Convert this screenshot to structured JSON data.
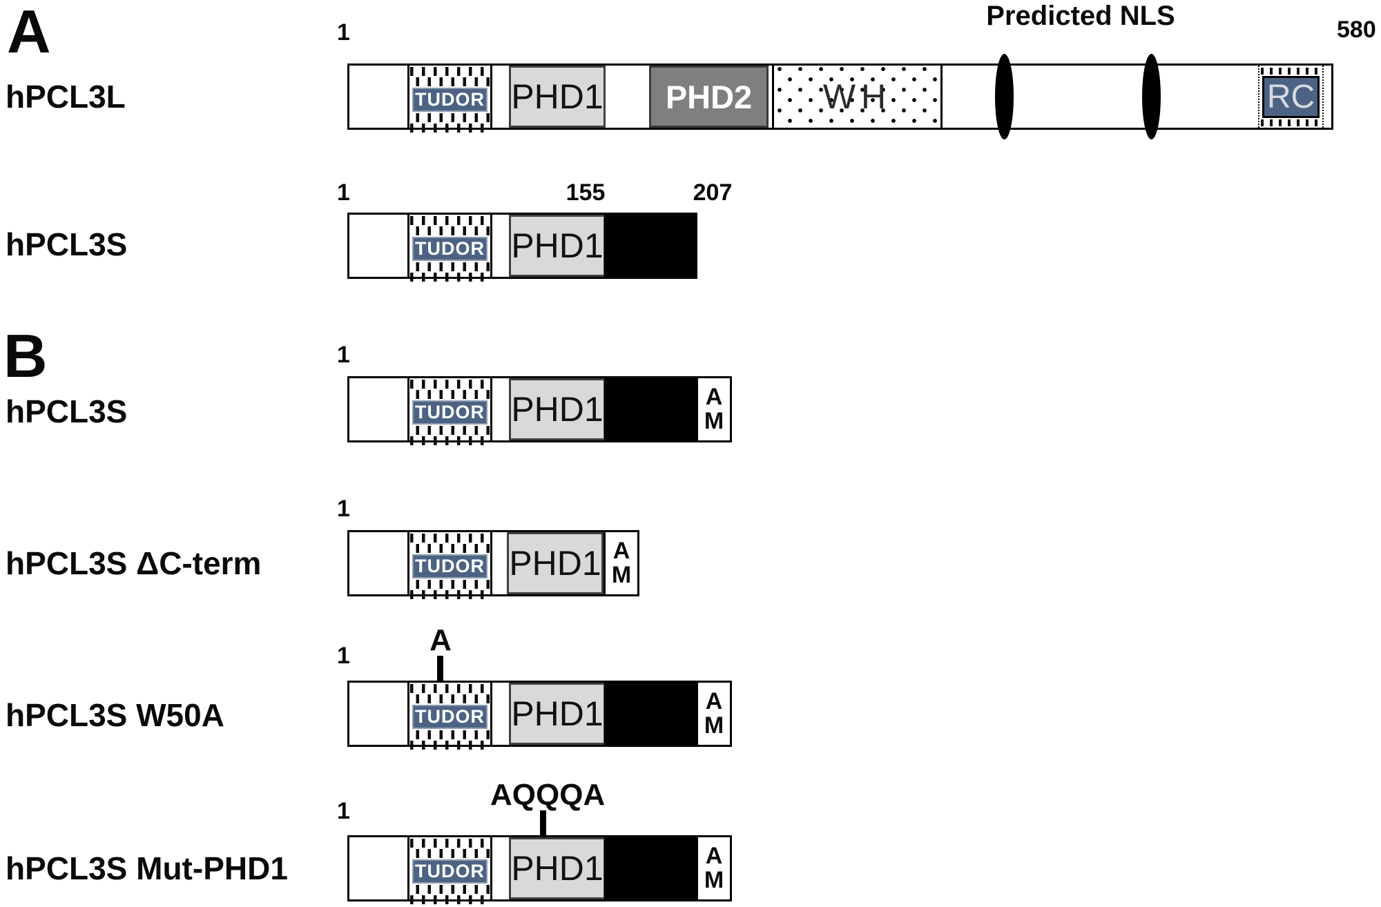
{
  "figure": {
    "panel_a": {
      "letter": "A"
    },
    "panel_b": {
      "letter": "B"
    },
    "nls_label": "Predicted NLS",
    "domains": {
      "tudor": "TUDOR",
      "phd1": "PHD1",
      "phd2": "PHD2",
      "wh": "WH",
      "rc": "RC",
      "am_top": "A",
      "am_bottom": "M"
    },
    "rows": {
      "hpcl3l": {
        "name": "hPCL3L",
        "start": "1",
        "end": "580"
      },
      "hpcl3s_a": {
        "name": "hPCL3S",
        "start": "1",
        "phd1_end": "155",
        "end": "207"
      },
      "hpcl3s_b": {
        "name": "hPCL3S",
        "start": "1"
      },
      "delta_cterm": {
        "name": "hPCL3S ΔC-term",
        "start": "1"
      },
      "w50a": {
        "name": "hPCL3S W50A",
        "start": "1",
        "mutation": "A"
      },
      "mut_phd1": {
        "name": "hPCL3S Mut-PHD1",
        "start": "1",
        "mutation": "AQQQA"
      }
    },
    "colors": {
      "domain_blue": "#4d6384",
      "phd1_fill": "#d9d9d9",
      "phd2_fill": "#7f7f7f",
      "cterm_fill": "#000000",
      "nls_fill": "#000000"
    }
  }
}
